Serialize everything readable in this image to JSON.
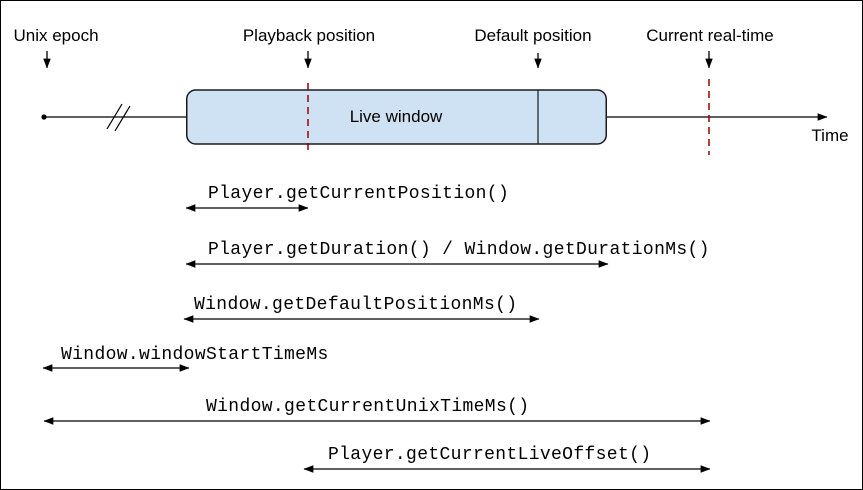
{
  "diagram": {
    "markers": [
      {
        "label": "Unix epoch"
      },
      {
        "label": "Playback position"
      },
      {
        "label": "Default position"
      },
      {
        "label": "Current real-time"
      }
    ],
    "timeline": {
      "window_label": "Live window",
      "axis_label": "Time"
    },
    "measurements": [
      {
        "label": "Player.getCurrentPosition()"
      },
      {
        "label": "Player.getDuration() / Window.getDurationMs()"
      },
      {
        "label": "Window.getDefaultPositionMs()"
      },
      {
        "label": "Window.windowStartTimeMs"
      },
      {
        "label": "Window.getCurrentUnixTimeMs()"
      },
      {
        "label": "Player.getCurrentLiveOffset()"
      }
    ],
    "colors": {
      "window_fill": "#cfe2f3",
      "window_border": "#1a1a1a",
      "marker_line": "#990000",
      "axis_line": "#000000",
      "text": "#000000"
    }
  }
}
